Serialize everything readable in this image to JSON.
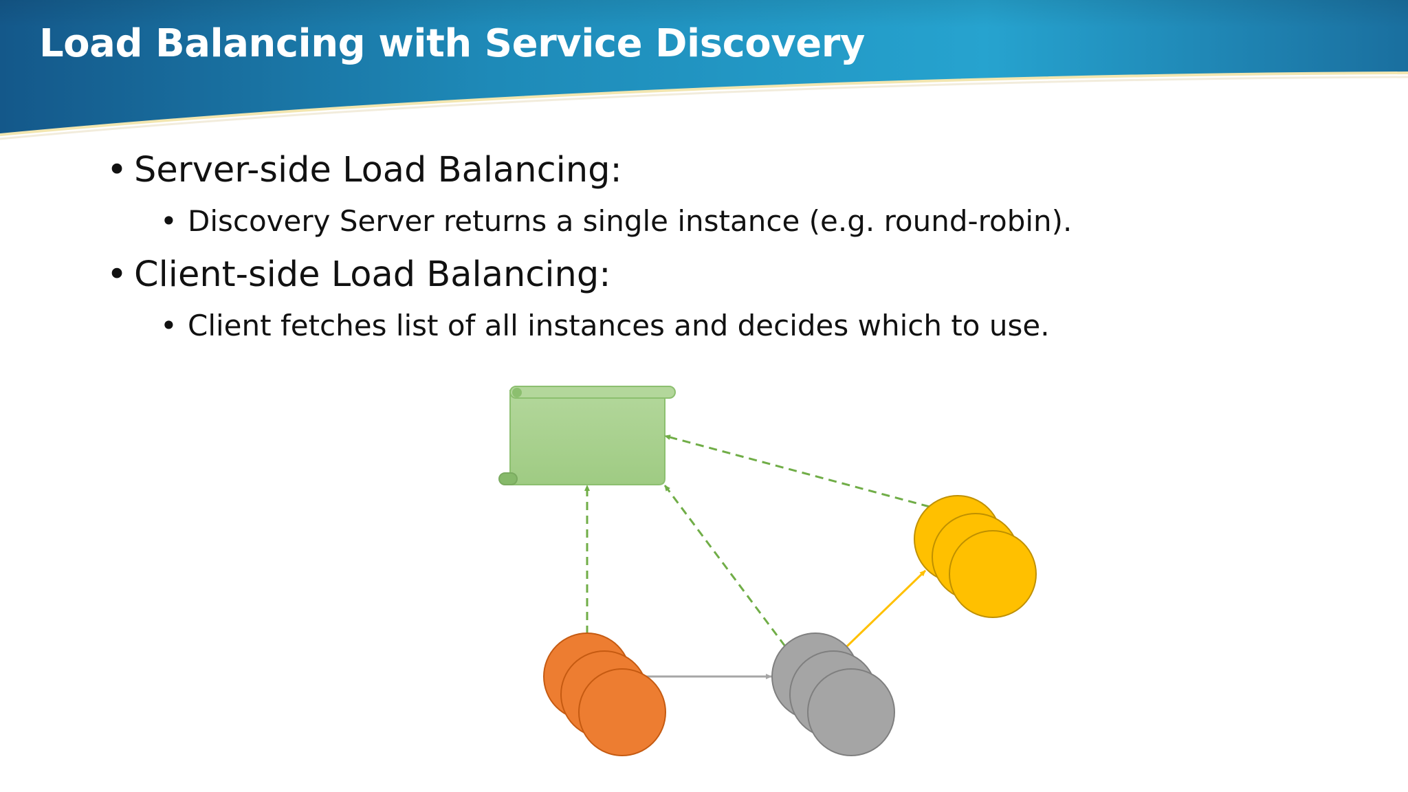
{
  "slide": {
    "title": "Load Balancing with Service Discovery",
    "bullets": [
      {
        "text": "Server-side Load Balancing:",
        "sub": [
          "Discovery Server returns a single instance (e.g. round-robin)."
        ]
      },
      {
        "text": "Client-side Load Balancing:",
        "sub": [
          "Client fetches list of all instances and decides which to use."
        ]
      }
    ],
    "bullet_glyph": "•"
  },
  "diagram": {
    "nodes": [
      {
        "name": "discovery-server",
        "shape": "scroll",
        "color": "#a9d18e",
        "stroke": "#70ad47"
      },
      {
        "name": "client-service-orange",
        "shape": "stacked-circles",
        "count": 3,
        "color": "#ed7d31",
        "stroke": "#c55a11"
      },
      {
        "name": "service-gray",
        "shape": "stacked-circles",
        "count": 3,
        "color": "#a5a5a5",
        "stroke": "#7f7f7f"
      },
      {
        "name": "service-yellow",
        "shape": "stacked-circles",
        "count": 3,
        "color": "#ffc000",
        "stroke": "#bf9000"
      }
    ],
    "connections": [
      {
        "from": "client-service-orange",
        "to": "discovery-server",
        "style": "dashed",
        "color": "#70ad47"
      },
      {
        "from": "service-gray",
        "to": "discovery-server",
        "style": "dashed",
        "color": "#70ad47"
      },
      {
        "from": "service-yellow",
        "to": "discovery-server",
        "style": "dashed",
        "color": "#70ad47"
      },
      {
        "from": "client-service-orange",
        "to": "service-gray",
        "style": "solid",
        "color": "#a5a5a5"
      },
      {
        "from": "service-gray",
        "to": "service-yellow",
        "style": "solid",
        "color": "#ffc000"
      }
    ]
  }
}
